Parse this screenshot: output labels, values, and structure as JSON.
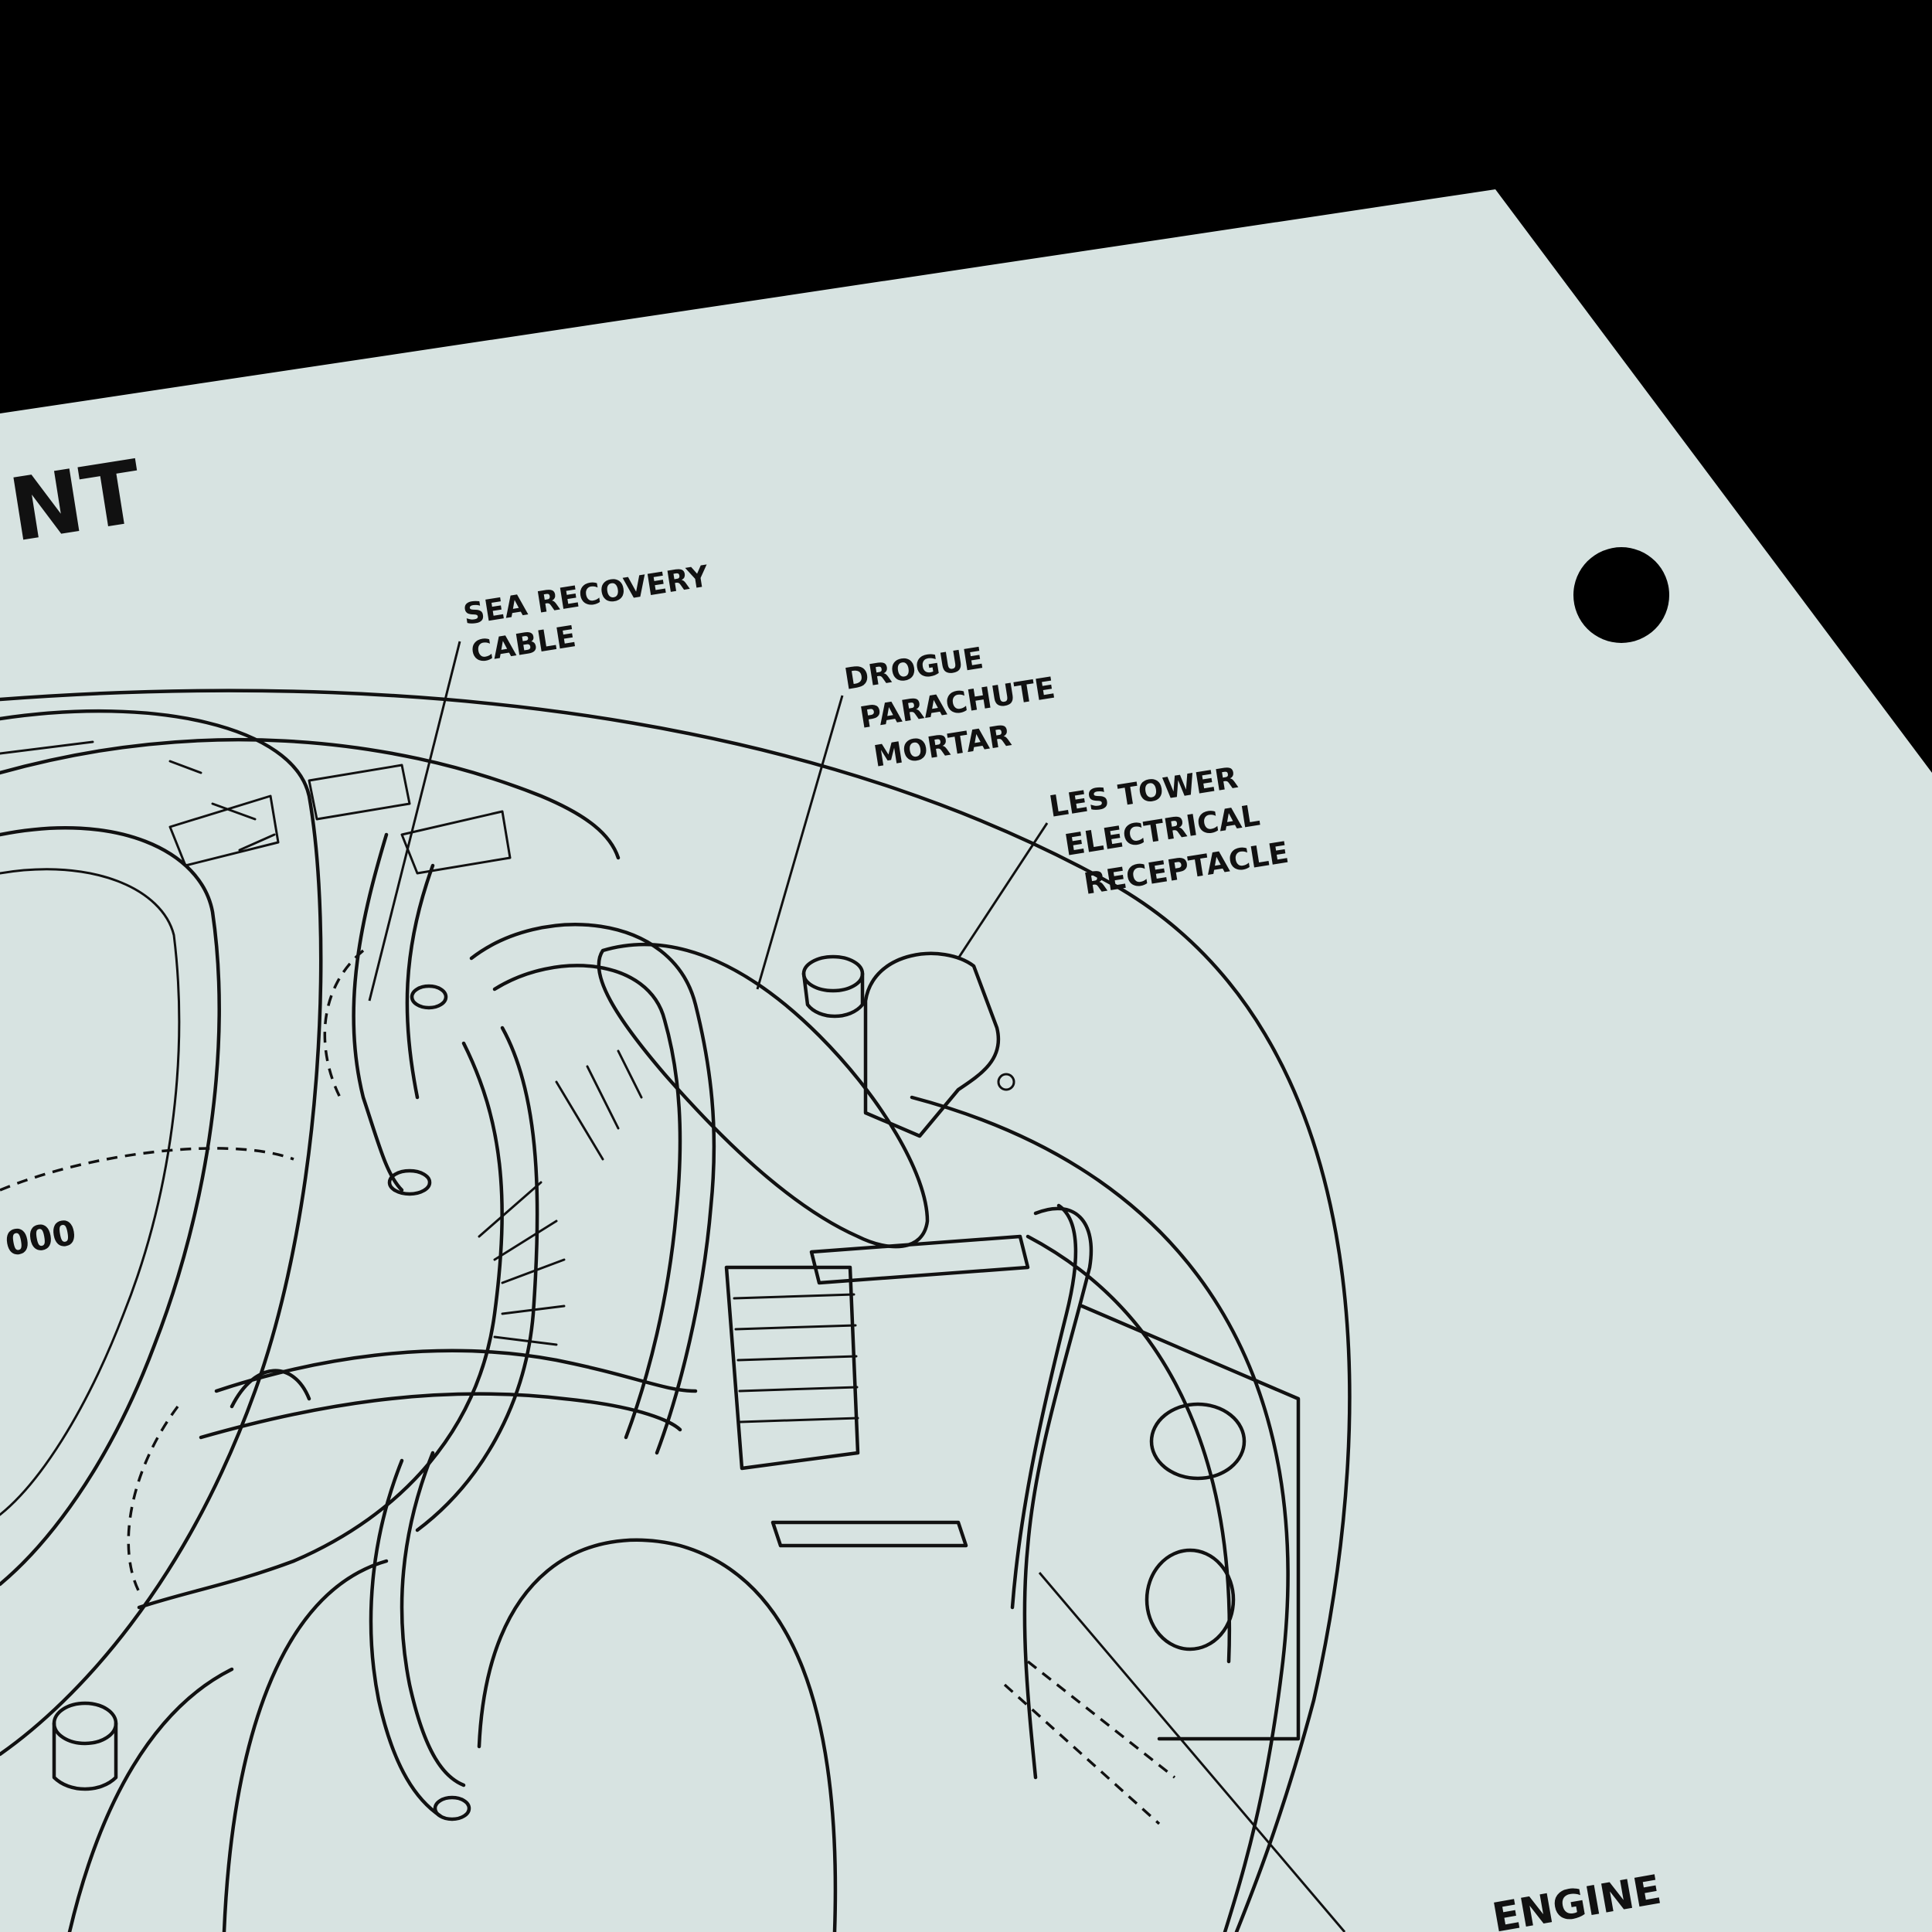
{
  "sheet": {
    "paper_color": "#d7e3e1",
    "background_color": "#000000",
    "title_fragment": "NT",
    "dial_text_fragment": "000"
  },
  "callouts": [
    {
      "id": "sea-recovery-cable",
      "lines": [
        "SEA RECOVERY",
        "CABLE"
      ]
    },
    {
      "id": "drogue-parachute-mortar",
      "lines": [
        "DROGUE",
        "PARACHUTE",
        "MORTAR"
      ]
    },
    {
      "id": "les-tower-electrical-receptacle",
      "lines": [
        "LES TOWER",
        "ELECTRICAL",
        "RECEPTACLE"
      ]
    },
    {
      "id": "engine",
      "lines": [
        "ENGINE"
      ]
    }
  ]
}
